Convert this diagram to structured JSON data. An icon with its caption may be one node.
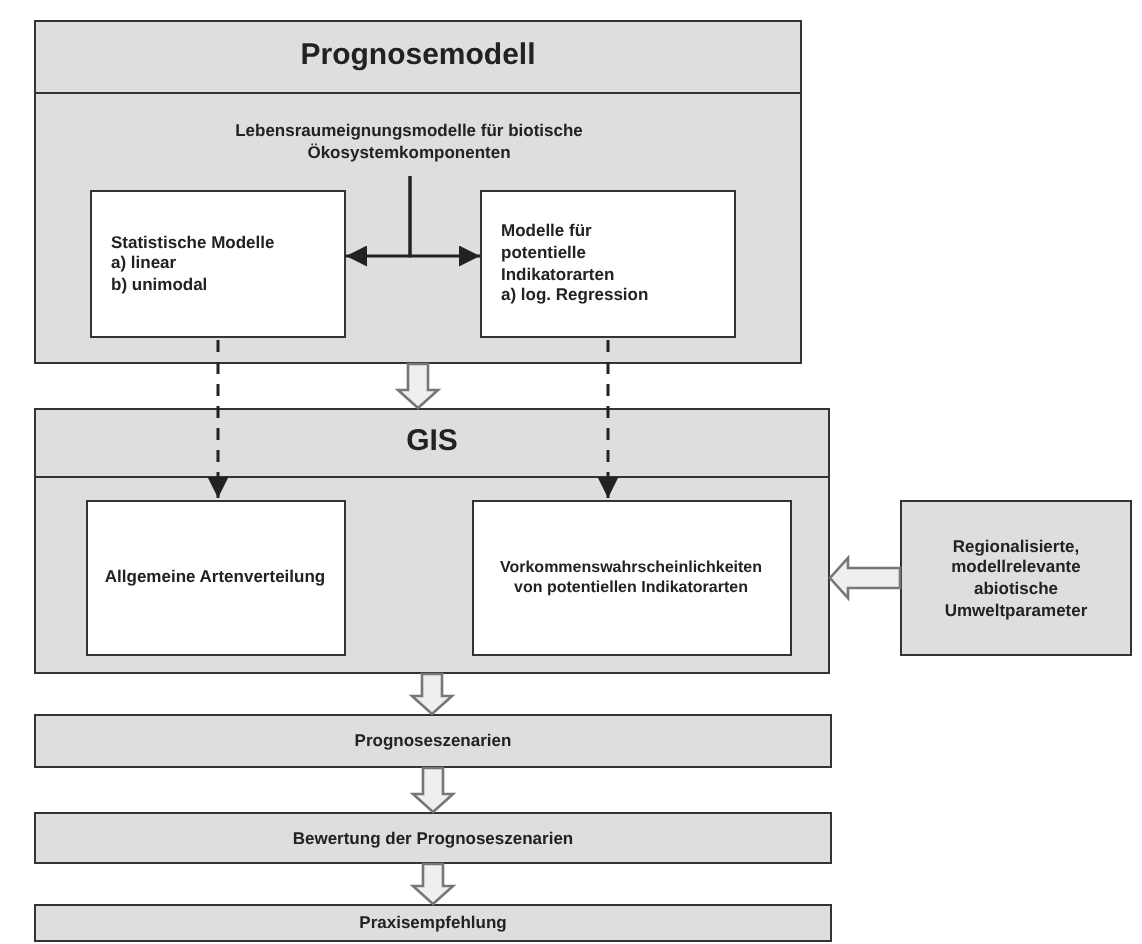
{
  "diagram": {
    "nodes": [
      {
        "text": [
          "Prognosemodell"
        ]
      },
      {
        "text": [
          "Lebensraumeignungsmodelle für biotische Ökosystemkomponenten"
        ],
        "in": 0
      },
      {
        "text": [
          "Statistische Modelle",
          "a) linear",
          "b) unimodal"
        ],
        "in": 0
      },
      {
        "text": [
          "Modelle für potentielle Indikatorarten",
          "a) log. Regression"
        ],
        "in": 0
      },
      {
        "text": [
          "GIS"
        ]
      },
      {
        "text": [
          "Allgemeine Artenverteilung"
        ],
        "in": 4
      },
      {
        "text": [
          "Vorkommenswahrscheinlichkeiten von potentiellen Indikatorarten"
        ],
        "in": 4
      },
      {
        "text": [
          "Regionalisierte, modellrelevante abiotische Umweltparameter"
        ]
      },
      {
        "text": [
          "Prognoseszenarien"
        ]
      },
      {
        "text": [
          "Bewertung der Prognoseszenarien"
        ]
      },
      {
        "text": [
          "Praxisempfehlung"
        ]
      }
    ],
    "edges": [
      {
        "from": 1,
        "to": 2,
        "arrow": "to"
      },
      {
        "from": 1,
        "to": 3,
        "arrow": "to"
      },
      {
        "from": 2,
        "to": 5,
        "arrow": "to",
        "style": "dashed"
      },
      {
        "from": 3,
        "to": 6,
        "arrow": "to",
        "style": "dashed"
      },
      {
        "from": 0,
        "to": 4,
        "arrow": "to",
        "style": "thick"
      },
      {
        "from": 7,
        "to": 4,
        "arrow": "to",
        "style": "thick"
      },
      {
        "from": 4,
        "to": 8,
        "arrow": "to",
        "style": "thick"
      },
      {
        "from": 8,
        "to": 9,
        "arrow": "to",
        "style": "thick"
      },
      {
        "from": 9,
        "to": 10,
        "arrow": "to",
        "style": "thick"
      }
    ]
  }
}
